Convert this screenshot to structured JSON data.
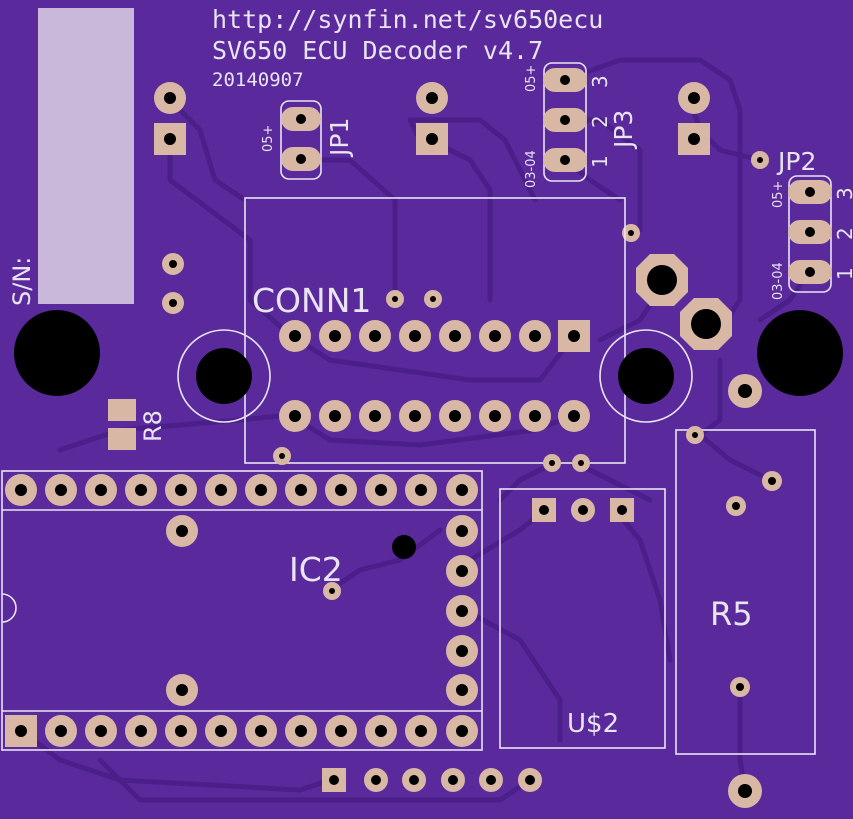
{
  "board": {
    "url_text": "http://synfin.net/sv650ecu",
    "title_text": "SV650 ECU Decoder v4.7",
    "date_text": "20140907",
    "serial_label": "S/N:"
  },
  "components": {
    "conn1": "CONN1",
    "ic2": "IC2",
    "r5": "R5",
    "r8": "R8",
    "us2": "U$2",
    "jp1": {
      "name": "JP1",
      "mark": "05+"
    },
    "jp2": {
      "name": "JP2",
      "mark_top": "05+",
      "mark_bottom": "03-04",
      "pin1": "1",
      "pin2": "2",
      "pin3": "3"
    },
    "jp3": {
      "name": "JP3",
      "mark_top": "05+",
      "mark_bottom": "03-04",
      "pin1": "1",
      "pin2": "2",
      "pin3": "3"
    }
  },
  "colors": {
    "board": "#5a2a9c",
    "copper": "#d8b8a4",
    "silkscreen": "#e9e4f2",
    "serial_pad": "#c9b8d9"
  }
}
